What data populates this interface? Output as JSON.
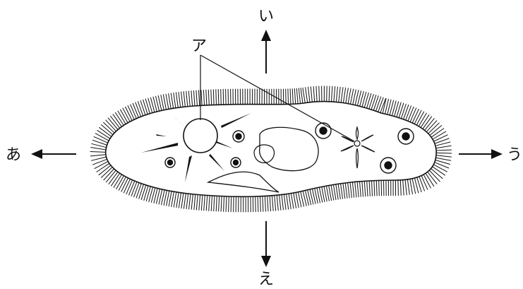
{
  "labels": {
    "pointer": "ア",
    "left": "あ",
    "up": "い",
    "right": "う",
    "down": "え"
  },
  "colors": {
    "ink": "#111111",
    "background": "#ffffff"
  }
}
